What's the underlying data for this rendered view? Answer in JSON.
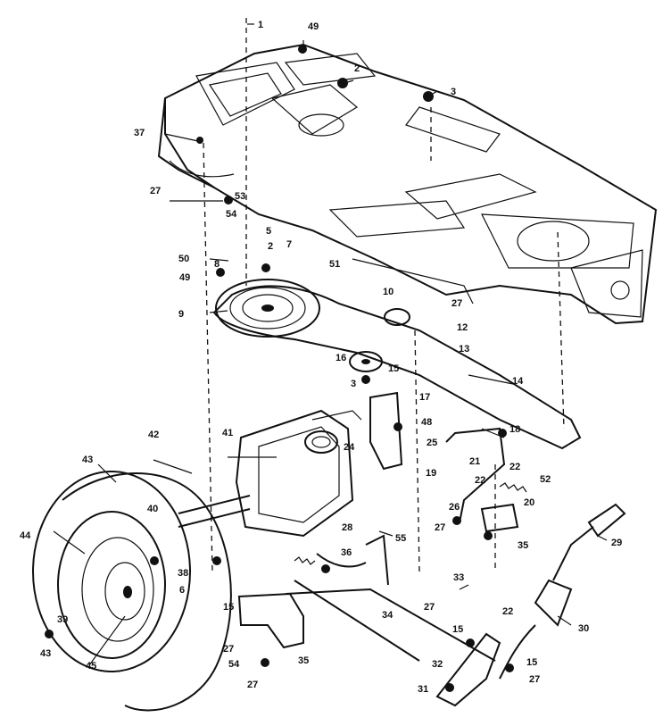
{
  "labels": [
    "1",
    "49",
    "2",
    "3",
    "37",
    "27",
    "53",
    "54",
    "5",
    "2",
    "7",
    "51",
    "50",
    "49",
    "8",
    "9",
    "10",
    "27",
    "12",
    "13",
    "16",
    "15",
    "3",
    "14",
    "17",
    "48",
    "18",
    "42",
    "41",
    "24",
    "25",
    "19",
    "21",
    "22",
    "52",
    "22",
    "20",
    "26",
    "27",
    "35",
    "43",
    "40",
    "44",
    "39",
    "38",
    "28",
    "6",
    "36",
    "55",
    "29",
    "33",
    "34",
    "27",
    "22",
    "30",
    "15",
    "27",
    "54",
    "27",
    "35",
    "32",
    "15",
    "15",
    "27",
    "31",
    "43",
    "45"
  ],
  "colors": {
    "ink": "#111111",
    "paper": "#ffffff"
  }
}
